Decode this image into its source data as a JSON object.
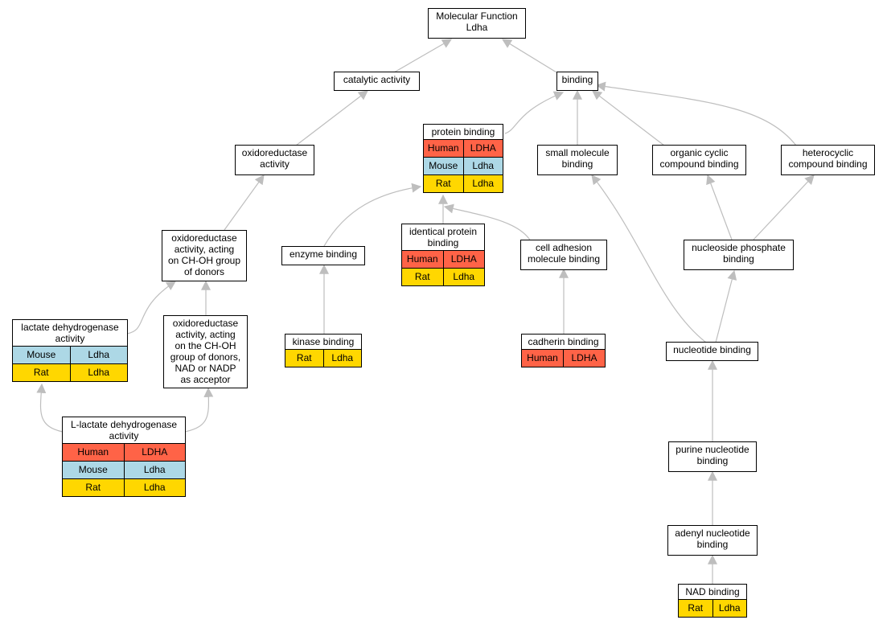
{
  "colors": {
    "human": "#FF6347",
    "mouse": "#ADD8E6",
    "rat": "#FFD700",
    "edge": "#BEBEBE"
  },
  "nodes": {
    "root": {
      "title": "Molecular Function\nLdha"
    },
    "catalytic_activity": {
      "title": "catalytic activity"
    },
    "binding": {
      "title": "binding"
    },
    "protein_binding": {
      "title": "protein binding",
      "rows": [
        {
          "species": "Human",
          "gene": "LDHA"
        },
        {
          "species": "Mouse",
          "gene": "Ldha"
        },
        {
          "species": "Rat",
          "gene": "Ldha"
        }
      ]
    },
    "small_molecule_binding": {
      "title": "small molecule\nbinding"
    },
    "organic_cyclic_compound_binding": {
      "title": "organic cyclic\ncompound binding"
    },
    "heterocyclic_compound_binding": {
      "title": "heterocyclic\ncompound binding"
    },
    "oxidoreductase_activity": {
      "title": "oxidoreductase\nactivity"
    },
    "oxidoreductase_choh": {
      "title": "oxidoreductase\nactivity, acting\non CH-OH group\nof donors"
    },
    "enzyme_binding": {
      "title": "enzyme binding"
    },
    "identical_protein_binding": {
      "title": "identical protein\nbinding",
      "rows": [
        {
          "species": "Human",
          "gene": "LDHA"
        },
        {
          "species": "Rat",
          "gene": "Ldha"
        }
      ]
    },
    "cell_adhesion_molecule_binding": {
      "title": "cell adhesion\nmolecule binding"
    },
    "nucleoside_phosphate_binding": {
      "title": "nucleoside phosphate\nbinding"
    },
    "lactate_dehydrogenase_activity": {
      "title": "lactate dehydrogenase\nactivity",
      "rows": [
        {
          "species": "Mouse",
          "gene": "Ldha"
        },
        {
          "species": "Rat",
          "gene": "Ldha"
        }
      ]
    },
    "oxidoreductase_nad": {
      "title": "oxidoreductase\nactivity, acting\non the CH-OH\ngroup of donors,\nNAD or NADP\nas acceptor"
    },
    "kinase_binding": {
      "title": "kinase binding",
      "rows": [
        {
          "species": "Rat",
          "gene": "Ldha"
        }
      ]
    },
    "cadherin_binding": {
      "title": "cadherin binding",
      "rows": [
        {
          "species": "Human",
          "gene": "LDHA"
        }
      ]
    },
    "nucleotide_binding": {
      "title": "nucleotide binding"
    },
    "l_lactate_dehydrogenase_activity": {
      "title": "L-lactate dehydrogenase\nactivity",
      "rows": [
        {
          "species": "Human",
          "gene": "LDHA"
        },
        {
          "species": "Mouse",
          "gene": "Ldha"
        },
        {
          "species": "Rat",
          "gene": "Ldha"
        }
      ]
    },
    "purine_nucleotide_binding": {
      "title": "purine nucleotide\nbinding"
    },
    "adenyl_nucleotide_binding": {
      "title": "adenyl nucleotide\nbinding"
    },
    "nad_binding": {
      "title": "NAD binding",
      "rows": [
        {
          "species": "Rat",
          "gene": "Ldha"
        }
      ]
    }
  }
}
